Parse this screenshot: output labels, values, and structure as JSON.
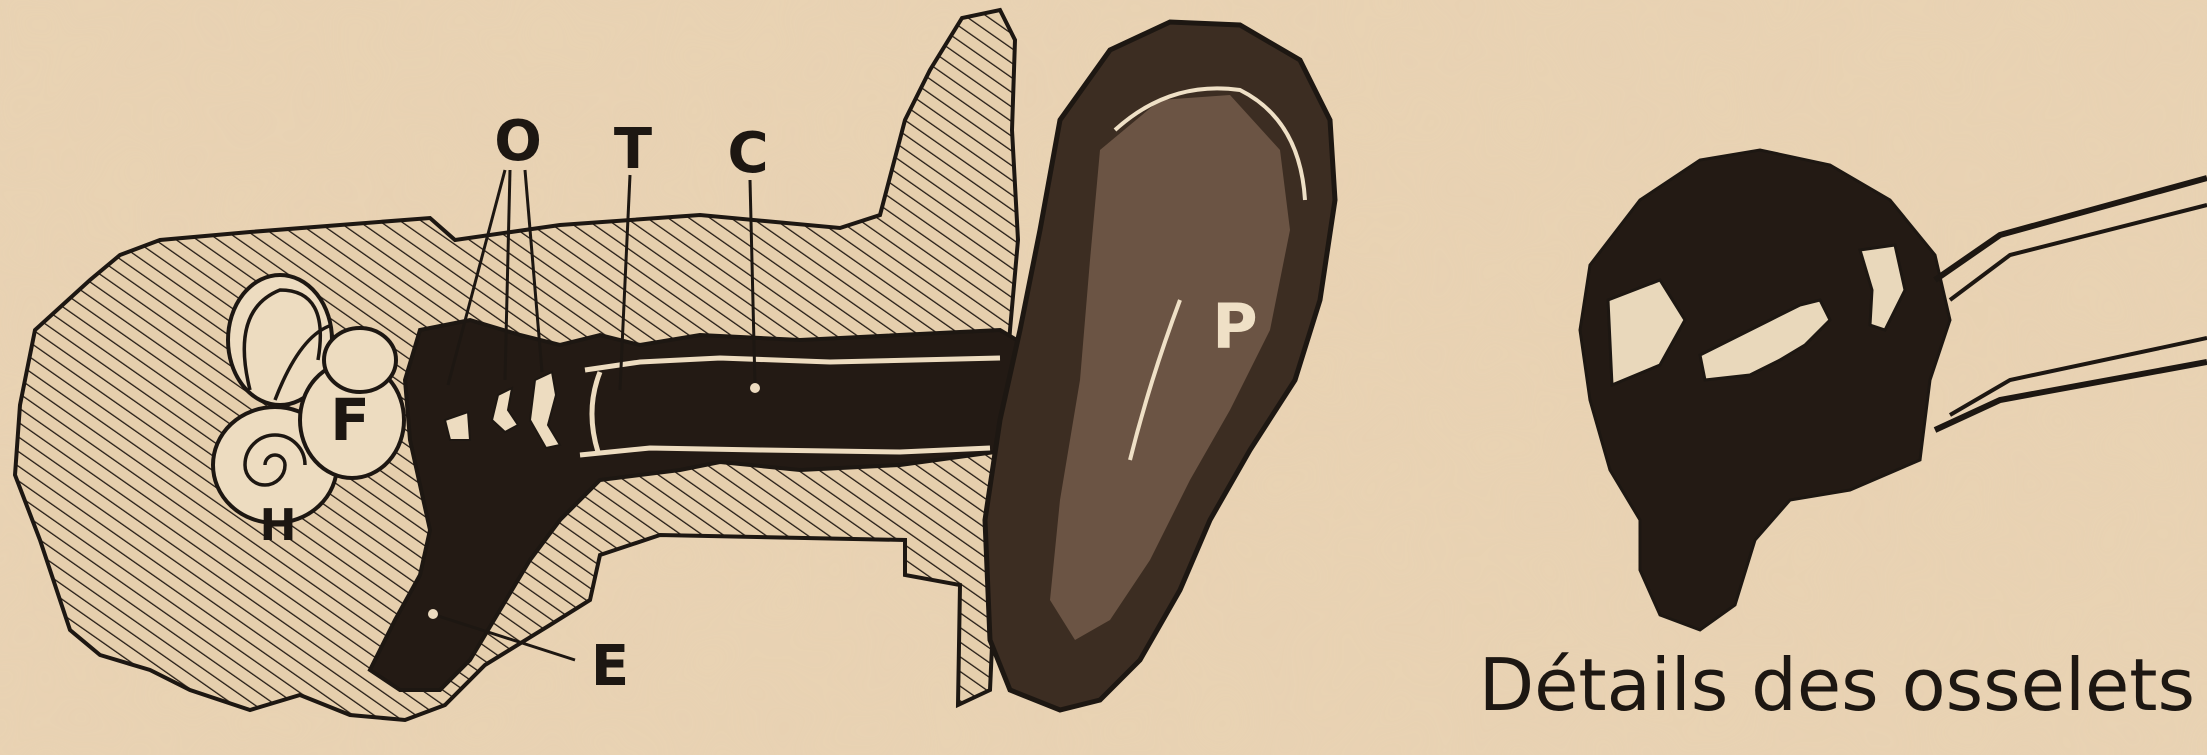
{
  "diagram": {
    "labels": {
      "o": "O",
      "t": "T",
      "c": "C",
      "p": "P",
      "f": "F",
      "h": "H",
      "e": "E"
    },
    "caption": "Détails des osselets"
  },
  "colors": {
    "paper": "#e9d3b3",
    "ink": "#1d1712"
  }
}
